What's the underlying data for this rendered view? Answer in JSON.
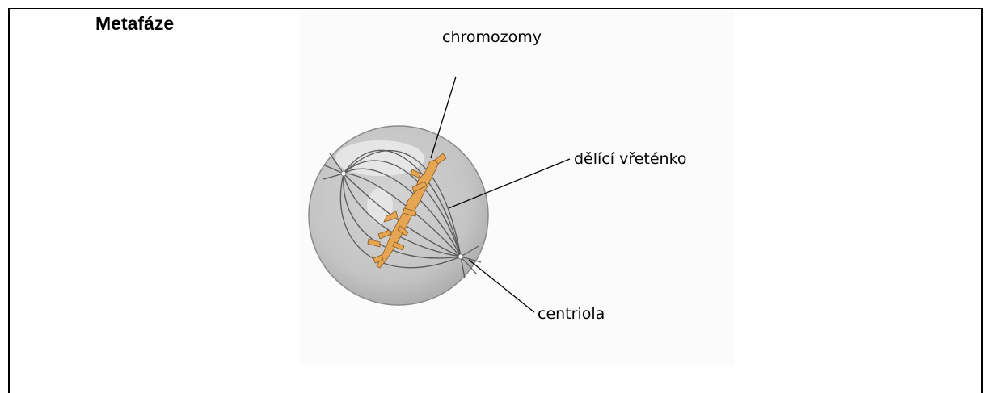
{
  "title": "Metafáze",
  "labels": {
    "chromosomes": "chromozomy",
    "spindle": "dělící vřeténko",
    "centriole": "centriola"
  },
  "colors": {
    "cell": "#c4c4c4",
    "cell_border": "#8a8a8a",
    "spindle_fibers": "#5a5a5a",
    "chromosomes": "#e6a552",
    "leader_lines": "#000000"
  }
}
